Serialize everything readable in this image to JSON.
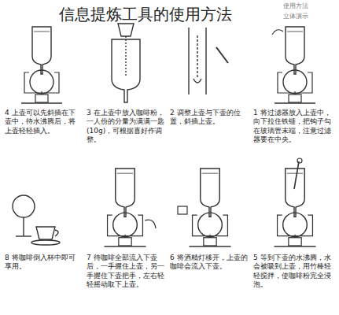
{
  "diagram": {
    "title": "信息提炼工具的使用方法",
    "labels": [
      "使用方法",
      "立体演示",
      "4 上壶可以先斜插在下壶中，待水沸腾后，将上壶轻轻插入。",
      "3 在上壶中放入咖啡粉，一人份的分量为满满一匙(10g)，可根据喜好作调整。",
      "2 调整上壶与下壶的位置，斜插上壶。",
      "1 将过滤器放入上壶中，向下拉住铁链，把钩子勾在玻璃管末端，注意过滤器要在中央。",
      "8 将咖啡倒入杯中即可享用。",
      "7 待咖啡全部流入下壶后，一手握住上壶，另一手握住下壶把手，左右轻轻摇动取下上壶。",
      "6 将酒精灯移开，上壶的咖啡会流入下壶。",
      "5 等到下壶的水沸腾，水会被吸到上壶，用竹棒轻轻搅拌，使咖啡粉完全浸泡。"
    ]
  }
}
